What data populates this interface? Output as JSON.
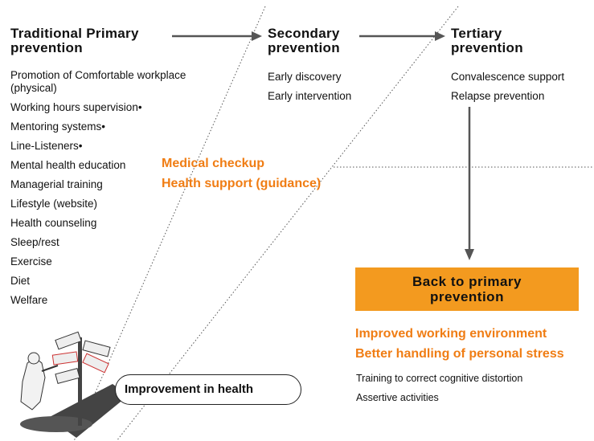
{
  "primary": {
    "heading_line1": "Traditional Primary",
    "heading_line2": "prevention",
    "items": [
      "Promotion of Comfortable workplace (physical)",
      "Working hours supervision•",
      "Mentoring systems•",
      "Line-Listeners•",
      "Mental health education",
      "Managerial training",
      "Lifestyle (website)",
      "Health counseling",
      "Sleep/rest",
      "Exercise",
      "Diet",
      "Welfare"
    ]
  },
  "secondary": {
    "heading_line1": "Secondary",
    "heading_line2": "prevention",
    "items": [
      "Early discovery",
      "Early intervention"
    ]
  },
  "tertiary": {
    "heading_line1": "Tertiary",
    "heading_line2": "prevention",
    "items": [
      "Convalescence support",
      "Relapse prevention"
    ]
  },
  "checkup": {
    "line1": "Medical checkup",
    "line2": "Health support (guidance)"
  },
  "back_box": {
    "line1": "Back to primary",
    "line2": "prevention"
  },
  "outcomes": {
    "orange1": "Improved working environment",
    "orange2": "Better handling of personal stress",
    "item1": "Training to correct cognitive distortion",
    "item2": "Assertive activities"
  },
  "improvement_label": "Improvement in health",
  "colors": {
    "accent": "#f07d14",
    "box": "#f39a1f",
    "arrow": "#555555"
  }
}
